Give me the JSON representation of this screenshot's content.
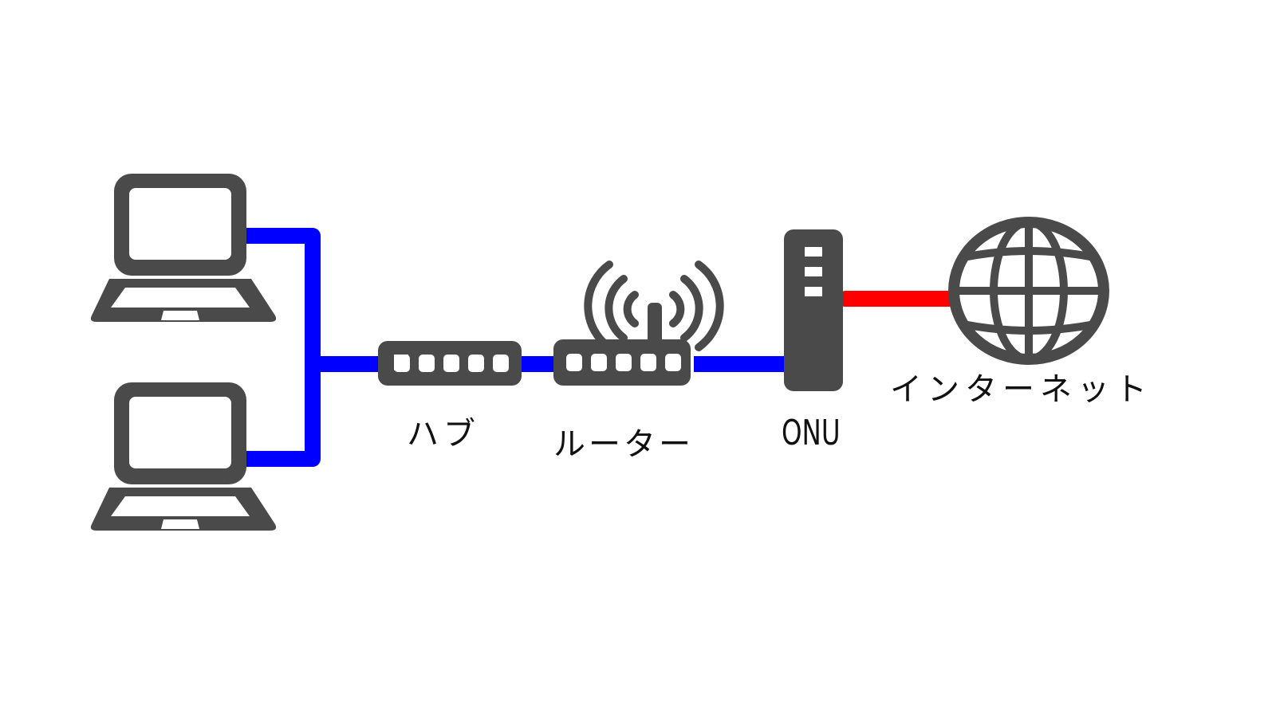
{
  "diagram": {
    "type": "network-topology",
    "colors": {
      "device": "#4a4a4a",
      "lan_cable": "#0000ff",
      "wan_cable": "#ff0000",
      "background": "#ffffff",
      "label": "#111111"
    },
    "nodes": [
      {
        "id": "pc1",
        "icon": "laptop-icon",
        "label": ""
      },
      {
        "id": "pc2",
        "icon": "laptop-icon",
        "label": ""
      },
      {
        "id": "hub",
        "icon": "hub-icon",
        "label": "ハブ",
        "ports": 5
      },
      {
        "id": "router",
        "icon": "wifi-router-icon",
        "label": "ルーター",
        "ports": 5
      },
      {
        "id": "onu",
        "icon": "onu-icon",
        "label": "ONU",
        "indicators": 3
      },
      {
        "id": "internet",
        "icon": "globe-icon",
        "label": "インターネット"
      }
    ],
    "edges": [
      {
        "from": "pc1",
        "to": "hub",
        "type": "lan"
      },
      {
        "from": "pc2",
        "to": "hub",
        "type": "lan"
      },
      {
        "from": "hub",
        "to": "router",
        "type": "lan"
      },
      {
        "from": "router",
        "to": "onu",
        "type": "lan"
      },
      {
        "from": "onu",
        "to": "internet",
        "type": "wan"
      }
    ]
  }
}
